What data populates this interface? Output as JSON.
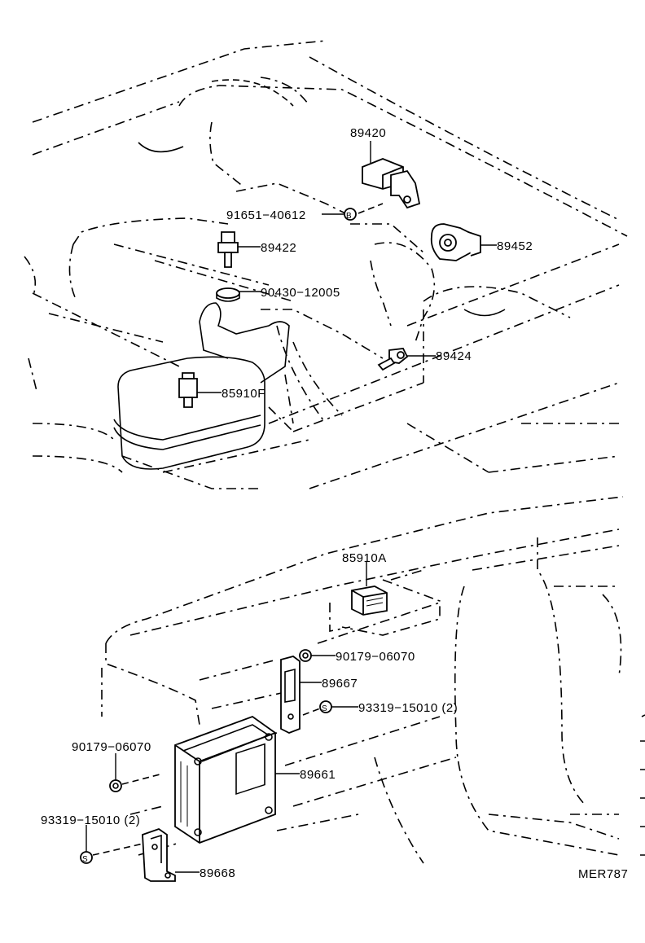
{
  "parts": {
    "p89420": "89420",
    "p91651": "91651−40612",
    "p89452": "89452",
    "p89422": "89422",
    "p90430": "90430−12005",
    "p89424": "89424",
    "p85910f": "85910F",
    "p85910a": "85910A",
    "p90179a": "90179−06070",
    "p89667": "89667",
    "p93319a": "93319−15010 (2)",
    "p90179b": "90179−06070",
    "p89661": "89661",
    "p93319b": "93319−15010 (2)",
    "p89668": "89668"
  },
  "markers": {
    "b": "B",
    "s": "S"
  },
  "drawing_code": "MER787"
}
